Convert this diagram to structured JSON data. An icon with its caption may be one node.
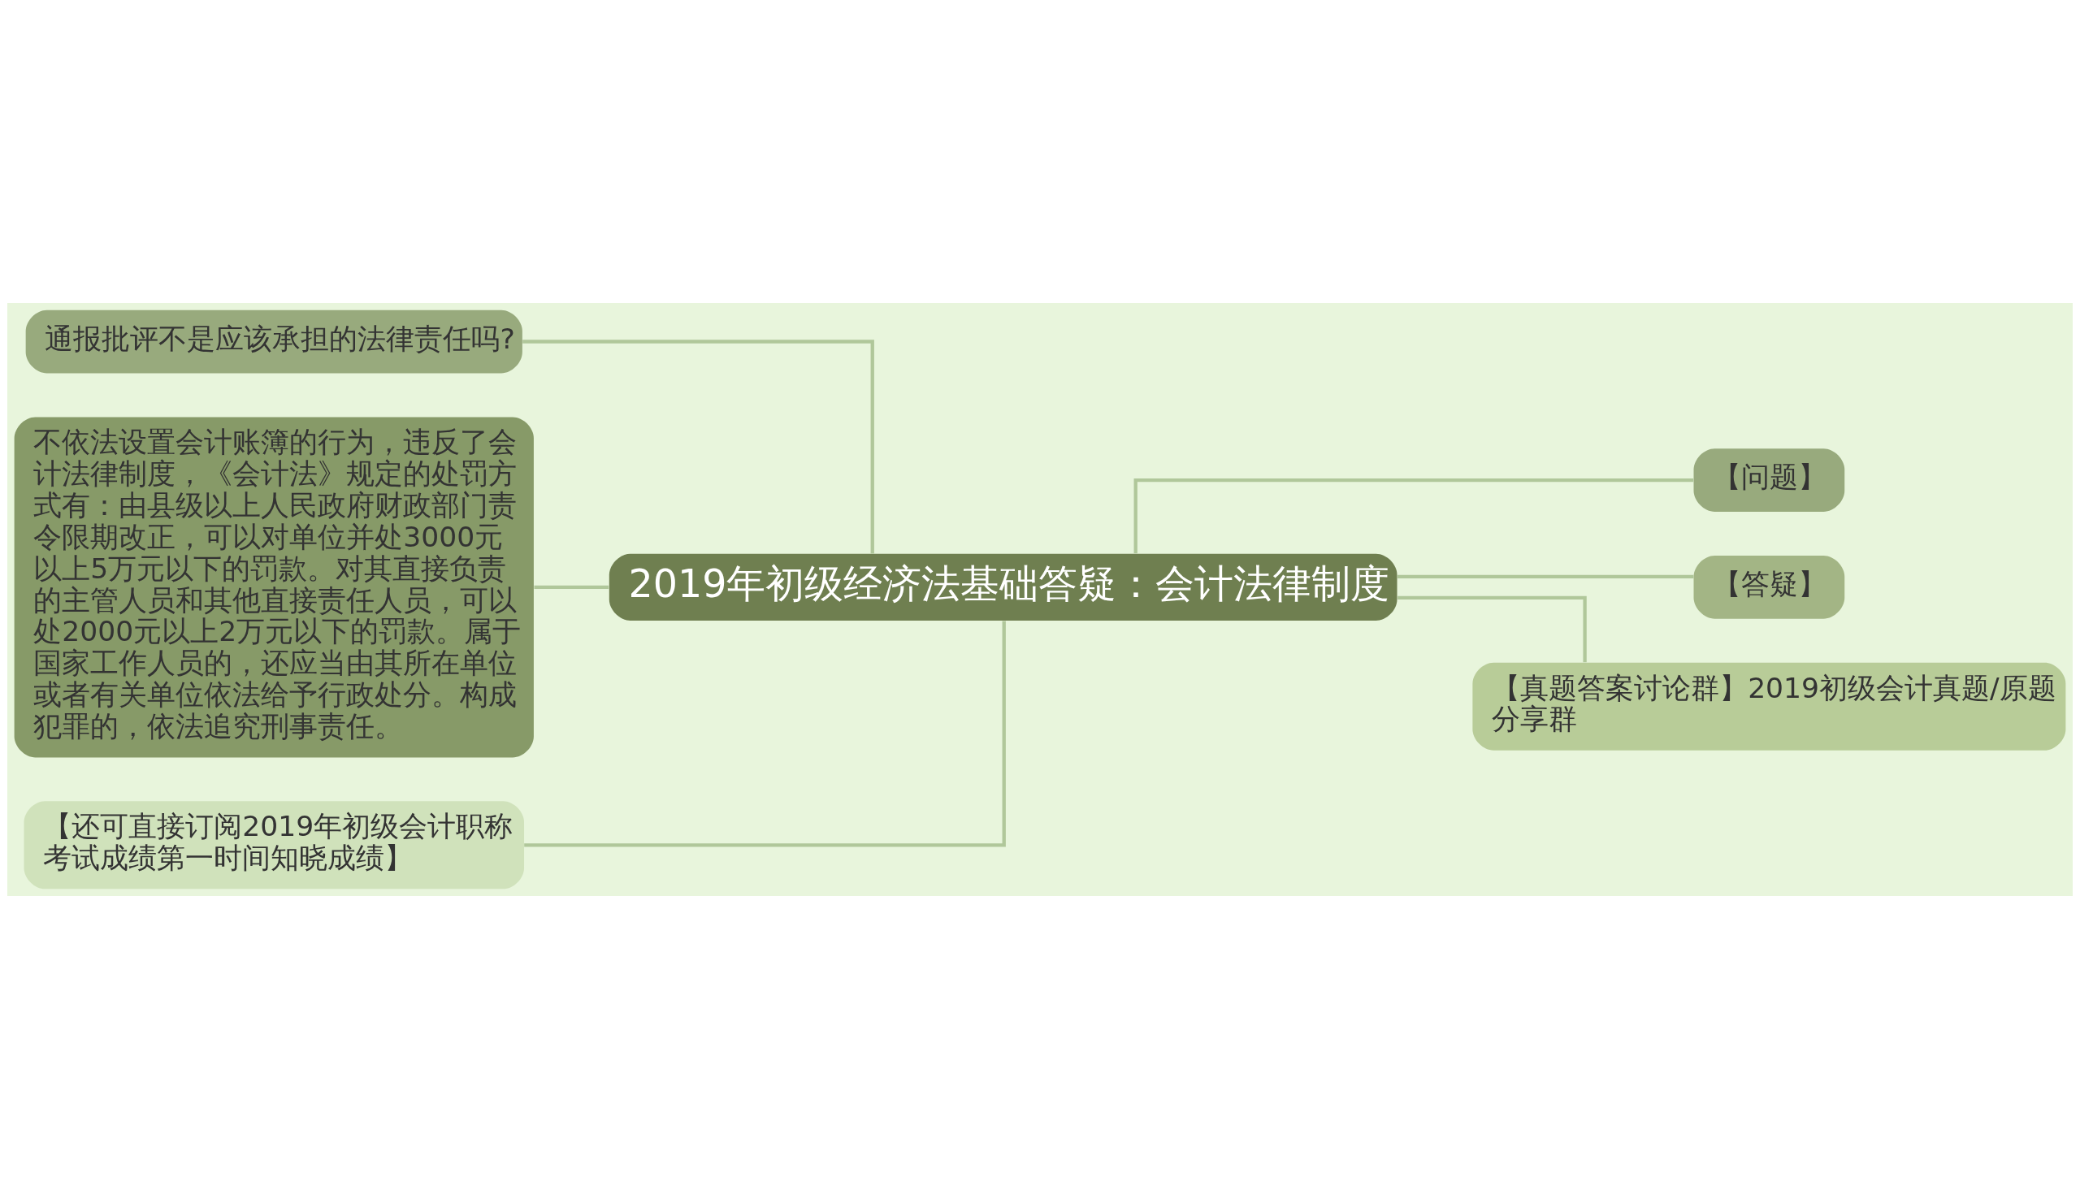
{
  "diagram": {
    "nodes": [
      {
        "text": [
          "2019年初级经济法基础答疑：会计法律制度"
        ]
      },
      {
        "text": [
          "通报批评不是应该承担的法律责任吗?"
        ]
      },
      {
        "text": [
          "不依法设置会计账簿的行为，违反了会计法律制度，《会计法》规定的处罚方式有：由县级以上人民政府财政部门责令限期改正，可以对单位并处3000元以上5万元以下的罚款。对其直接负责的主管人员和其他直接责任人员，可以处2000元以上2万元以下的罚款。属于国家工作人员的，还应当由其所在单位或者有关单位依法给予行政处分。构成犯罪的，依法追究刑事责任。"
        ]
      },
      {
        "text": [
          "【还可直接订阅2019年初级会计职称考试成绩第一时间知晓成绩】"
        ]
      },
      {
        "text": [
          "【问题】"
        ]
      },
      {
        "text": [
          "【答疑】"
        ]
      },
      {
        "text": [
          "【真题答案讨论群】2019初级会计真题/原题分享群"
        ]
      }
    ],
    "edges": [
      {
        "from": 0,
        "to": 1,
        "arrow": "none"
      },
      {
        "from": 0,
        "to": 2,
        "arrow": "none"
      },
      {
        "from": 0,
        "to": 3,
        "arrow": "none"
      },
      {
        "from": 0,
        "to": 4,
        "arrow": "none"
      },
      {
        "from": 0,
        "to": 5,
        "arrow": "none"
      },
      {
        "from": 0,
        "to": 6,
        "arrow": "none"
      }
    ]
  }
}
